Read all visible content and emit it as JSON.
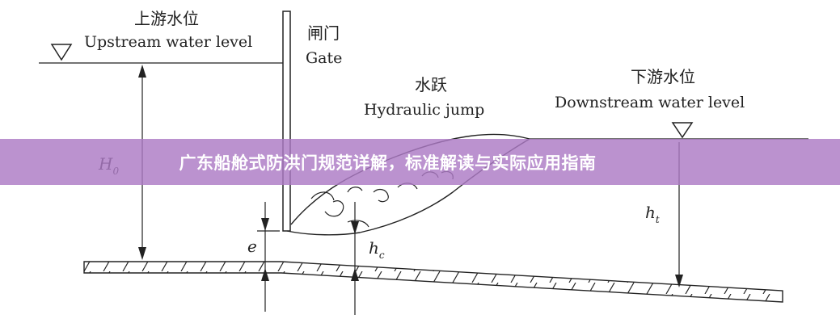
{
  "banner": {
    "title": "广东船舱式防洪门规范详解，标准解读与实际应用指南"
  },
  "labels": {
    "upstream_cn": "上游水位",
    "upstream_en": "Upstream water level",
    "gate_cn": "闸门",
    "gate_en": "Gate",
    "jump_cn": "水跃",
    "jump_en": "Hydraulic jump",
    "downstream_cn": "下游水位",
    "downstream_en": "Downstream water level",
    "H0_main": "H",
    "H0_sub": "0",
    "e": "e",
    "hc_main": "h",
    "hc_sub": "c",
    "ht_main": "h",
    "ht_sub": "t"
  },
  "colors": {
    "banner": "#ac7ac4",
    "line": "#222222"
  }
}
